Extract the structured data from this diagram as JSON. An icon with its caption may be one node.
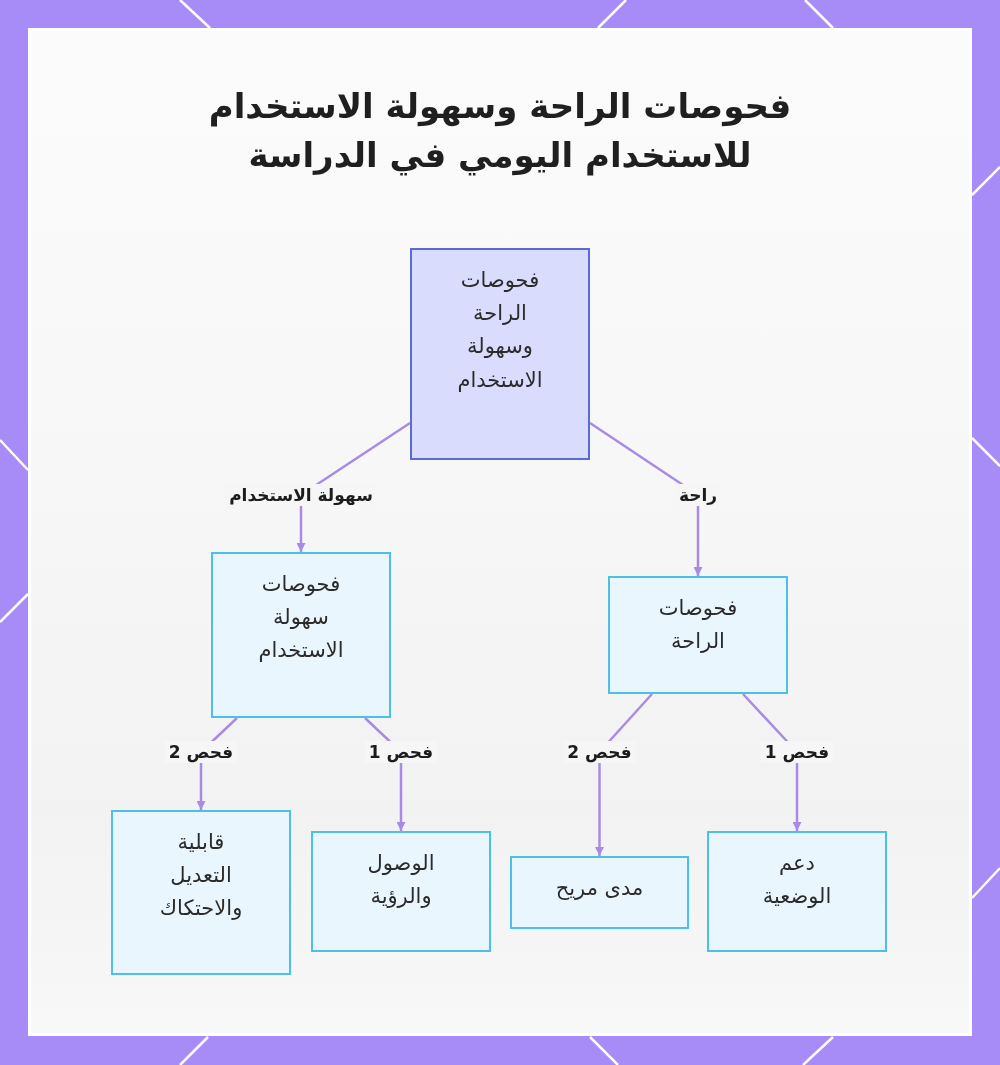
{
  "diagram": {
    "title": "فحوصات الراحة وسهولة الاستخدام للاستخدام اليومي في الدراسة",
    "nodes": [
      {
        "text": [
          "فحوصات الراحة وسهولة الاستخدام"
        ]
      },
      {
        "text": [
          "فحوصات الراحة"
        ]
      },
      {
        "text": [
          "فحوصات سهولة الاستخدام"
        ]
      },
      {
        "text": [
          "دعم الوضعية"
        ]
      },
      {
        "text": [
          "مدى مريح"
        ]
      },
      {
        "text": [
          "الوصول والرؤية"
        ]
      },
      {
        "text": [
          "قابلية التعديل والاحتكاك"
        ]
      }
    ],
    "edges": [
      {
        "from": 0,
        "to": 1,
        "arrow": "to",
        "label": "راحة"
      },
      {
        "from": 0,
        "to": 2,
        "arrow": "to",
        "label": "سهولة الاستخدام"
      },
      {
        "from": 1,
        "to": 3,
        "arrow": "to",
        "label": "فحص 1"
      },
      {
        "from": 1,
        "to": 4,
        "arrow": "to",
        "label": "فحص 2"
      },
      {
        "from": 2,
        "to": 5,
        "arrow": "to",
        "label": "فحص 1"
      },
      {
        "from": 2,
        "to": 6,
        "arrow": "to",
        "label": "فحص 2"
      }
    ]
  }
}
